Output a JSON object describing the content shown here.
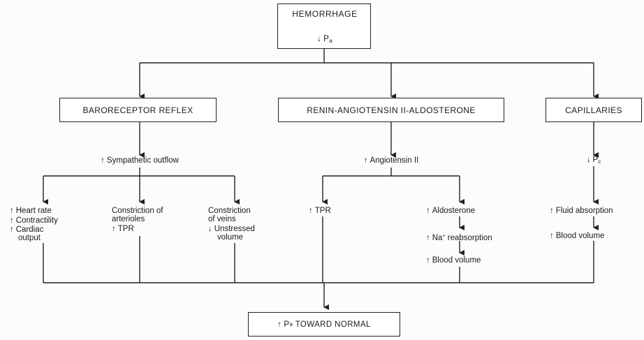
{
  "top": {
    "title": "HEMORRHAGE",
    "sub": "P",
    "sub_index": "a"
  },
  "systems": {
    "baro": "BARORECEPTOR REFLEX",
    "renin": "RENIN-ANGIOTENSIN II-ALDOSTERONE",
    "cap": "CAPILLARIES"
  },
  "baro": {
    "sympathetic": "Sympathetic outflow",
    "heart_rate": "Heart rate",
    "contractility": "Contractility",
    "cardiac_1": "Cardiac",
    "cardiac_2": "output",
    "arteriole_1": "Constriction of",
    "arteriole_2": "arterioles",
    "tpr": "TPR",
    "veins_1": "Constriction",
    "veins_2": "of veins",
    "unstressed_1": "Unstressed",
    "unstressed_2": "volume"
  },
  "renin": {
    "angiotensin": "Angiotensin II",
    "tpr": "TPR",
    "aldosterone": "Aldosterone",
    "na": "Na",
    "na_sup": "+",
    "reabsorption": " reabsorption",
    "blood_volume": "Blood volume"
  },
  "cap": {
    "pc": "P",
    "pc_index": "c",
    "fluid": "Fluid absorption",
    "blood_volume": "Blood volume"
  },
  "bottom": {
    "pre": "P",
    "index": "a",
    "post": " TOWARD NORMAL"
  },
  "colors": {
    "line": "#222222",
    "background": "#fcfcfc"
  }
}
